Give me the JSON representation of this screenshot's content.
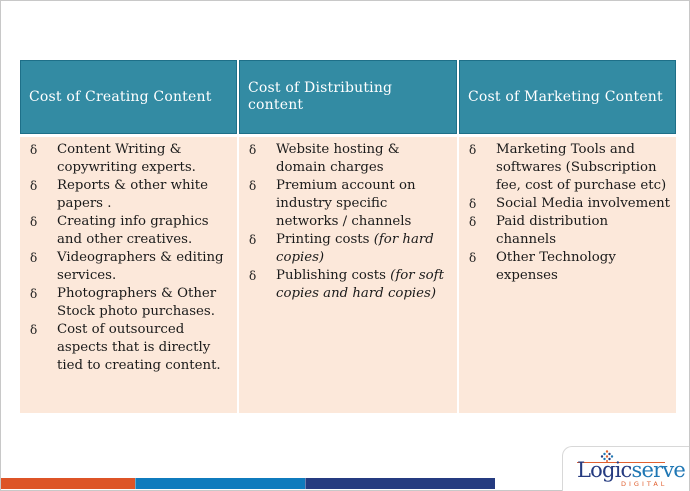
{
  "table": {
    "columns": [
      {
        "header": "Cost of Creating Content",
        "items": [
          {
            "text": "Content Writing & copywriting experts."
          },
          {
            "text": "Reports & other white papers ."
          },
          {
            "text": "Creating info graphics and other creatives."
          },
          {
            "text": "Videographers & editing services."
          },
          {
            "text": "Photographers & Other Stock photo purchases."
          },
          {
            "text": "Cost of outsourced aspects that is directly tied to creating content."
          }
        ]
      },
      {
        "header": "Cost of Distributing content",
        "items": [
          {
            "text": "Website hosting & domain charges"
          },
          {
            "text": "Premium account on industry specific networks / channels"
          },
          {
            "text": "Printing costs ",
            "italic": "(for hard copies)"
          },
          {
            "text": "Publishing costs ",
            "italic": "(for soft copies and hard copies)"
          }
        ]
      },
      {
        "header": "Cost of Marketing Content",
        "items": [
          {
            "text": "Marketing Tools and softwares  (Subscription fee, cost of purchase etc)"
          },
          {
            "text": "Social Media involvement"
          },
          {
            "text": "Paid distribution channels"
          },
          {
            "text": "Other Technology expenses"
          }
        ]
      }
    ],
    "bullet_glyph": "δ"
  },
  "logo": {
    "name_part1": "Logic",
    "name_part2": "serve",
    "subtitle": "DIGITAL"
  },
  "colors": {
    "header_bg": "#338ba3",
    "body_bg": "#fce8da",
    "bar_orange": "#dd5427",
    "bar_blue": "#0f7bbd",
    "bar_navy": "#253b80"
  }
}
